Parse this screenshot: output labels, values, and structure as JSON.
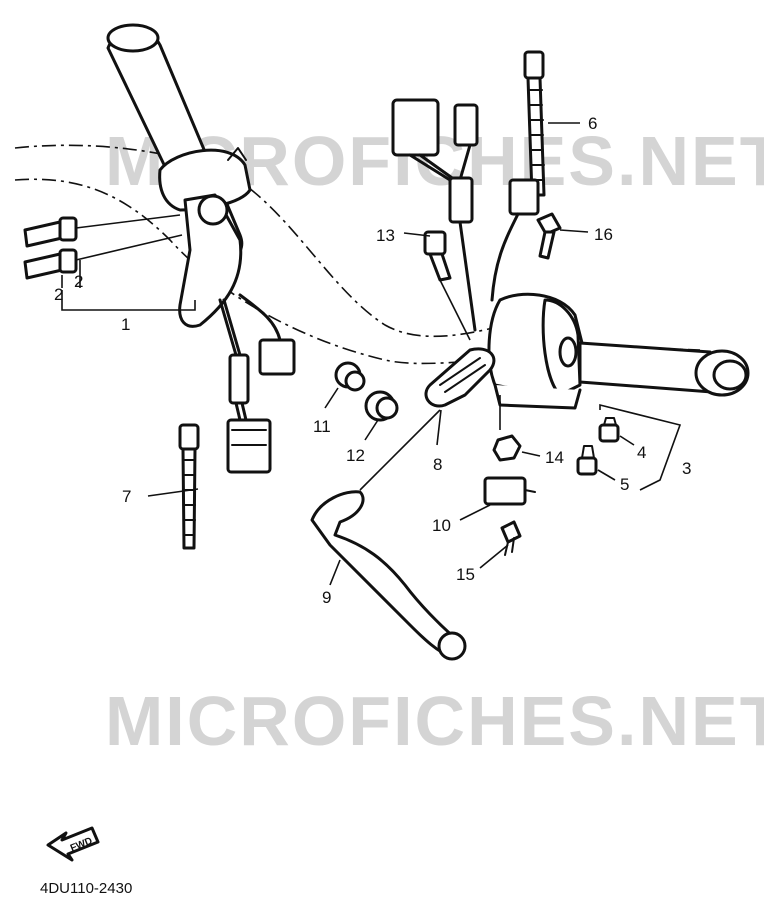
{
  "watermark": "MICROFICHES.NET",
  "diagram_code": "4DU110-2430",
  "forward_label": "FWD",
  "callouts": {
    "c1": "1",
    "c2a": "2",
    "c2b": "2",
    "c3": "3",
    "c4": "4",
    "c5": "5",
    "c6": "6",
    "c7": "7",
    "c8": "8",
    "c9": "9",
    "c10": "10",
    "c11": "11",
    "c12": "12",
    "c13": "13",
    "c14": "14",
    "c15": "15",
    "c16": "16"
  }
}
